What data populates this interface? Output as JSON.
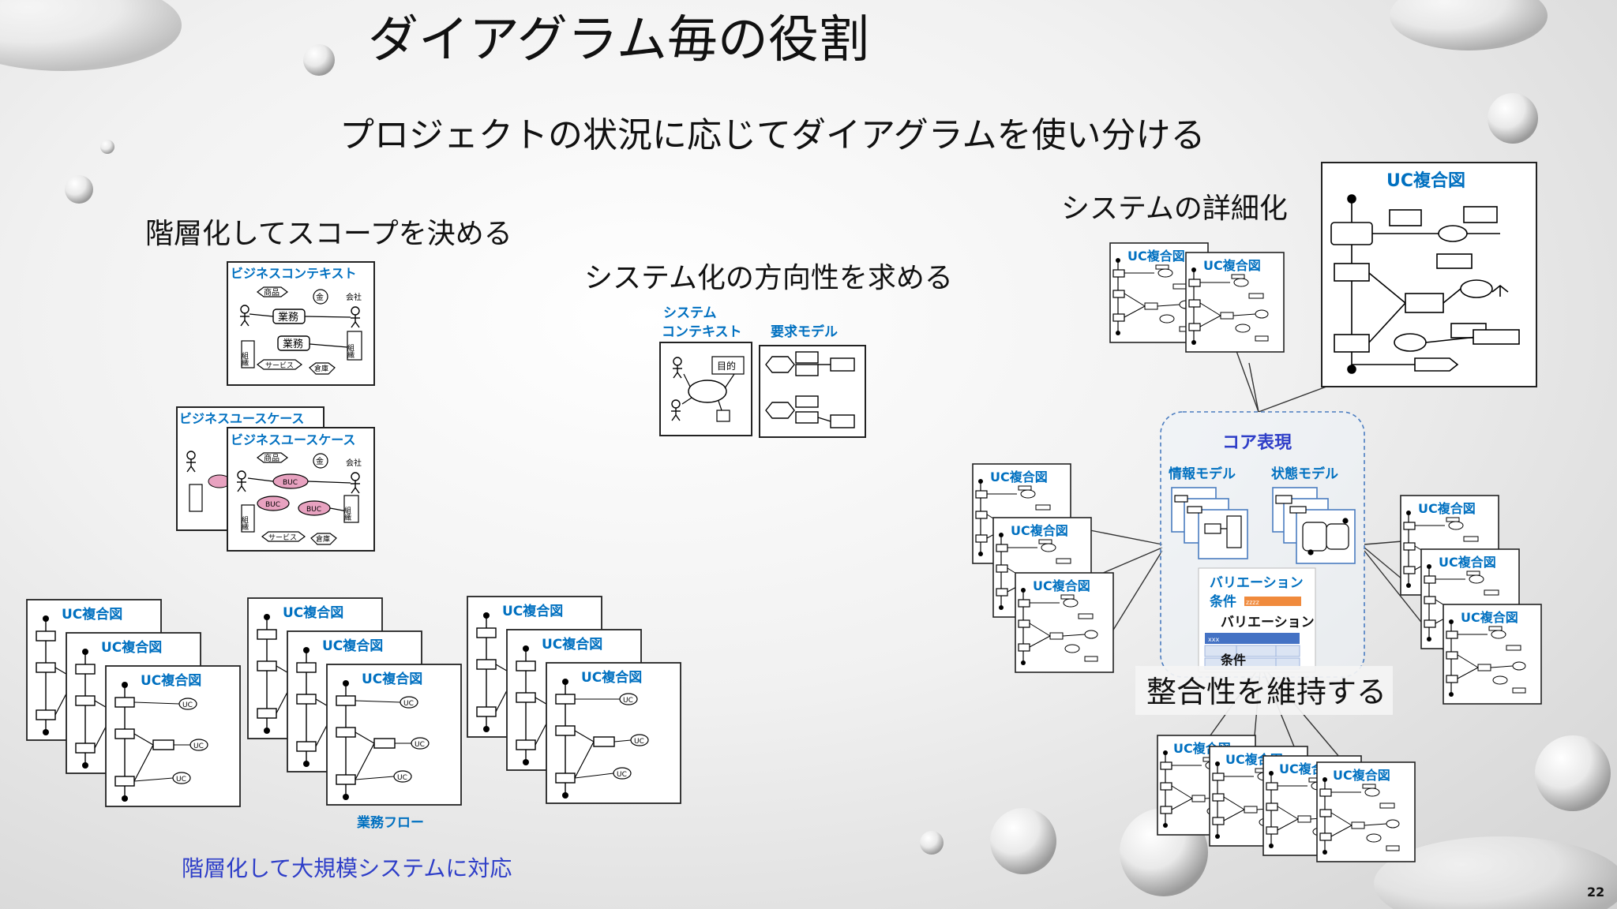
{
  "slide": {
    "title": "ダイアグラム毎の役割",
    "subtitle": "プロジェクトの状況に応じてダイアグラムを使い分ける",
    "page_number": "22"
  },
  "sections": {
    "scope": "階層化してスコープを決める",
    "direction": "システム化の方向性を求める",
    "detail": "システムの詳細化",
    "hierarchy": "階層化して大規模システムに対応",
    "consistency": "整合性を維持する"
  },
  "business_context": {
    "title": "ビジネスコンテキスト",
    "goods": "商品",
    "money": "金",
    "company": "会社",
    "business": "業務",
    "organization": "組織",
    "service": "サービス",
    "warehouse": "倉庫"
  },
  "business_usecase": {
    "title": "ビジネスユースケース",
    "goods": "商品",
    "money": "金",
    "company": "会社",
    "organization": "組織",
    "service": "サービス",
    "warehouse": "倉庫",
    "buc": "BUC"
  },
  "system_context": {
    "title": "システム\nコンテキスト",
    "goal": "目的"
  },
  "requirements_model": {
    "title": "要求モデル"
  },
  "uc_diagram": {
    "title": "UC複合図",
    "uc": "UC"
  },
  "business_flow": "業務フロー",
  "core": {
    "title": "コア表現",
    "info_model": "情報モデル",
    "state_model": "状態モデル",
    "variation": "バリエーション",
    "condition": "条件",
    "zzzz": "zzzz",
    "xxx": "xxx"
  },
  "colors": {
    "blue": "#0070c0",
    "navy": "#2e3ec8",
    "pink": "#e8a2c0",
    "orange": "#f08a3c",
    "cell_blue": "#4472c4"
  }
}
